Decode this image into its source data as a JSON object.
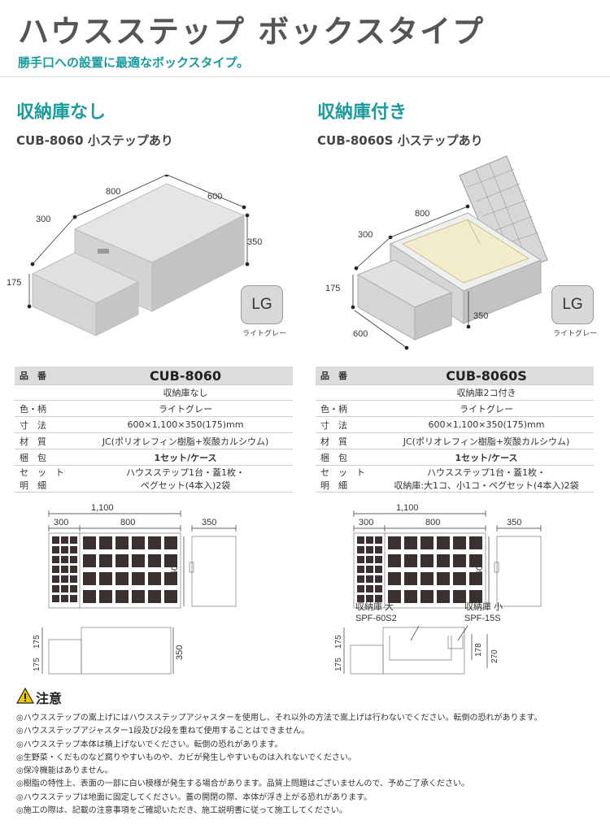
{
  "header": {
    "title": "ハウスステップ ボックスタイプ",
    "subtitle": "勝手口への設置に最適なボックスタイプ。"
  },
  "left": {
    "heading": "収納庫なし",
    "model_line": "CUB-8060 小ステップあり",
    "dims": {
      "top": "800",
      "side": "600",
      "step": "300",
      "height": "350",
      "step_height": "175"
    },
    "badge": "LG",
    "badge_caption": "ライトグレー",
    "spec": {
      "label_product": "品　番",
      "product": "CUB-8060",
      "product_sub": "収納庫なし",
      "rows": [
        {
          "label": "色・柄",
          "value": "ライトグレー"
        },
        {
          "label": "寸　法",
          "value": "600×1,100×350(175)mm"
        },
        {
          "label": "材　質",
          "value": "JC(ポリオレフィン樹脂+炭酸カルシウム)"
        },
        {
          "label": "梱　包",
          "value": "1セット/ケース"
        }
      ],
      "set_label_1": "セ　ッ　ト",
      "set_label_2": "明　細",
      "set_value_1": "ハウスステップ1台・蓋1枚・",
      "set_value_2": "ペグセット(4本入)2袋"
    },
    "drawing": {
      "total": "1,100",
      "w1": "300",
      "w2": "800",
      "depth": "350",
      "width": "600",
      "h1": "175",
      "h2": "175",
      "h3": "350"
    }
  },
  "right": {
    "heading": "収納庫付き",
    "model_line": "CUB-8060S 小ステップあり",
    "dims": {
      "top": "800",
      "step": "300",
      "step_height": "175",
      "height": "350",
      "side": "600"
    },
    "badge": "LG",
    "badge_caption": "ライトグレー",
    "spec": {
      "label_product": "品　番",
      "product": "CUB-8060S",
      "product_sub": "収納庫2コ付き",
      "rows": [
        {
          "label": "色・柄",
          "value": "ライトグレー"
        },
        {
          "label": "寸　法",
          "value": "600×1,100×350(175)mm"
        },
        {
          "label": "材　質",
          "value": "JC(ポリオレフィン樹脂+炭酸カルシウム)"
        },
        {
          "label": "梱　包",
          "value": "1セット/ケース"
        }
      ],
      "set_label_1": "セ　ッ　ト",
      "set_label_2": "明　細",
      "set_value_1": "ハウスステップ1台・蓋1枚・",
      "set_value_2": "収納庫:大1コ、小1コ・ペグセット(4本入)2袋"
    },
    "drawing": {
      "total": "1,100",
      "w1": "300",
      "w2": "800",
      "depth": "350",
      "width": "600",
      "h1": "175",
      "h2": "175",
      "store_large_label": "収納庫 大",
      "store_large_code": "SPF-60S2",
      "store_small_label": "収納庫 小",
      "store_small_code": "SPF-15S",
      "hs": "178",
      "hl": "270"
    }
  },
  "caution": {
    "title": "注意",
    "notes": [
      "◎ハウスステップの嵩上げにはハウスステップアジャスターを使用し、それ以外の方法で嵩上げは行わないでください。転倒の恐れがあります。",
      "◎ハウスステップアジャスター1段及び2段を重ねて使用することはできません。",
      "◎ハウスステップ本体は積上げないでください。転倒の恐れがあります。",
      "◎生野菜・くだものなど腐りやすいものや、カビが発生しやすいものは入れないでください。",
      "◎保冷機能はありません。",
      "◎樹脂の特性上、表面の一部に白い模様が発生する場合があります。品質上問題はございませんので、予めご了承ください。",
      "◎ハウスステップは地面に固定してください。蓋の開閉の際、本体が浮き上がる恐れがあります。",
      "◎施工の際は、記載の注意事項をご確認いただき、施工説明書に従って施工してください。"
    ]
  }
}
